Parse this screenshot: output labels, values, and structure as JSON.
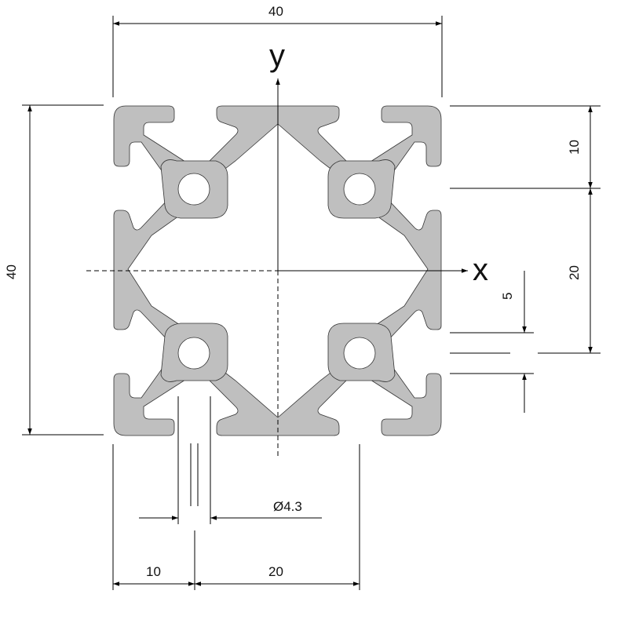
{
  "dimensions": {
    "top_width": "40",
    "left_height": "40",
    "right_top_slot": "10",
    "right_mid": "20",
    "right_small": "5",
    "hole_diameter": "Ø4.3",
    "bottom_left": "10",
    "bottom_right": "20"
  },
  "axes": {
    "x_label": "x",
    "y_label": "y"
  },
  "colors": {
    "profile_fill": "#bfbfbf",
    "outline": "#333333",
    "line": "#000000"
  }
}
